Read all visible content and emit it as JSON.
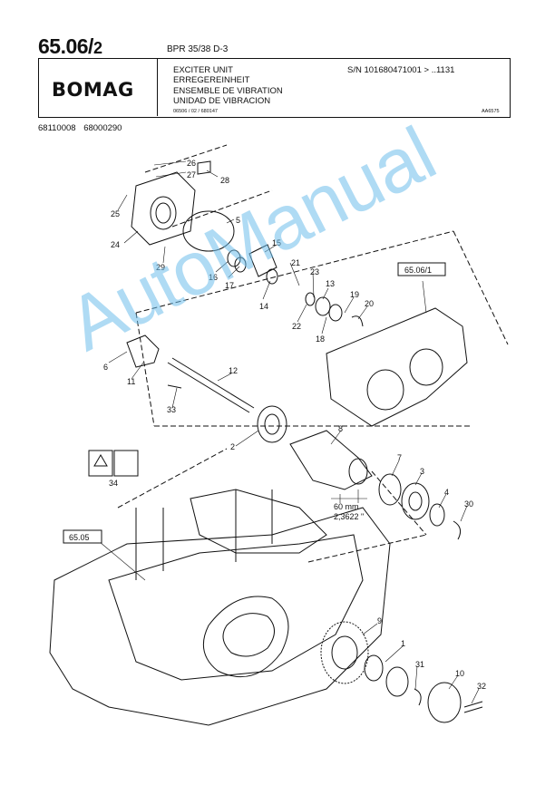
{
  "header": {
    "page_number": "65.06/",
    "page_sub": "2",
    "model": "BPR 35/38 D-3",
    "logo": "BOMAG",
    "titles": [
      "EXCITER UNIT",
      "ERREGEREINHEIT",
      "ENSEMBLE DE VIBRATION",
      "UNIDAD DE VIBRACION"
    ],
    "serial": "S/N 101680471001 > ..1131",
    "doc_ref": "06506 / 02 / 680147",
    "image_ref": "AA6575",
    "part_numbers": [
      "68110008",
      "68000290"
    ]
  },
  "drawing": {
    "ref_boxes": [
      "65.06/1",
      "65.05"
    ],
    "callouts": [
      "26",
      "27",
      "28",
      "25",
      "5",
      "24",
      "15",
      "29",
      "16",
      "17",
      "21",
      "23",
      "14",
      "13",
      "22",
      "19",
      "20",
      "18",
      "6",
      "11",
      "12",
      "33",
      "8",
      "2",
      "34",
      "7",
      "3",
      "4",
      "30",
      "9",
      "1",
      "31",
      "10",
      "32"
    ],
    "dimension": [
      "60 mm",
      "2,3622 \""
    ],
    "watermark": "AutoManual"
  },
  "colors": {
    "ink": "#111111",
    "watermark": "#6ebeeb",
    "background": "#ffffff"
  }
}
